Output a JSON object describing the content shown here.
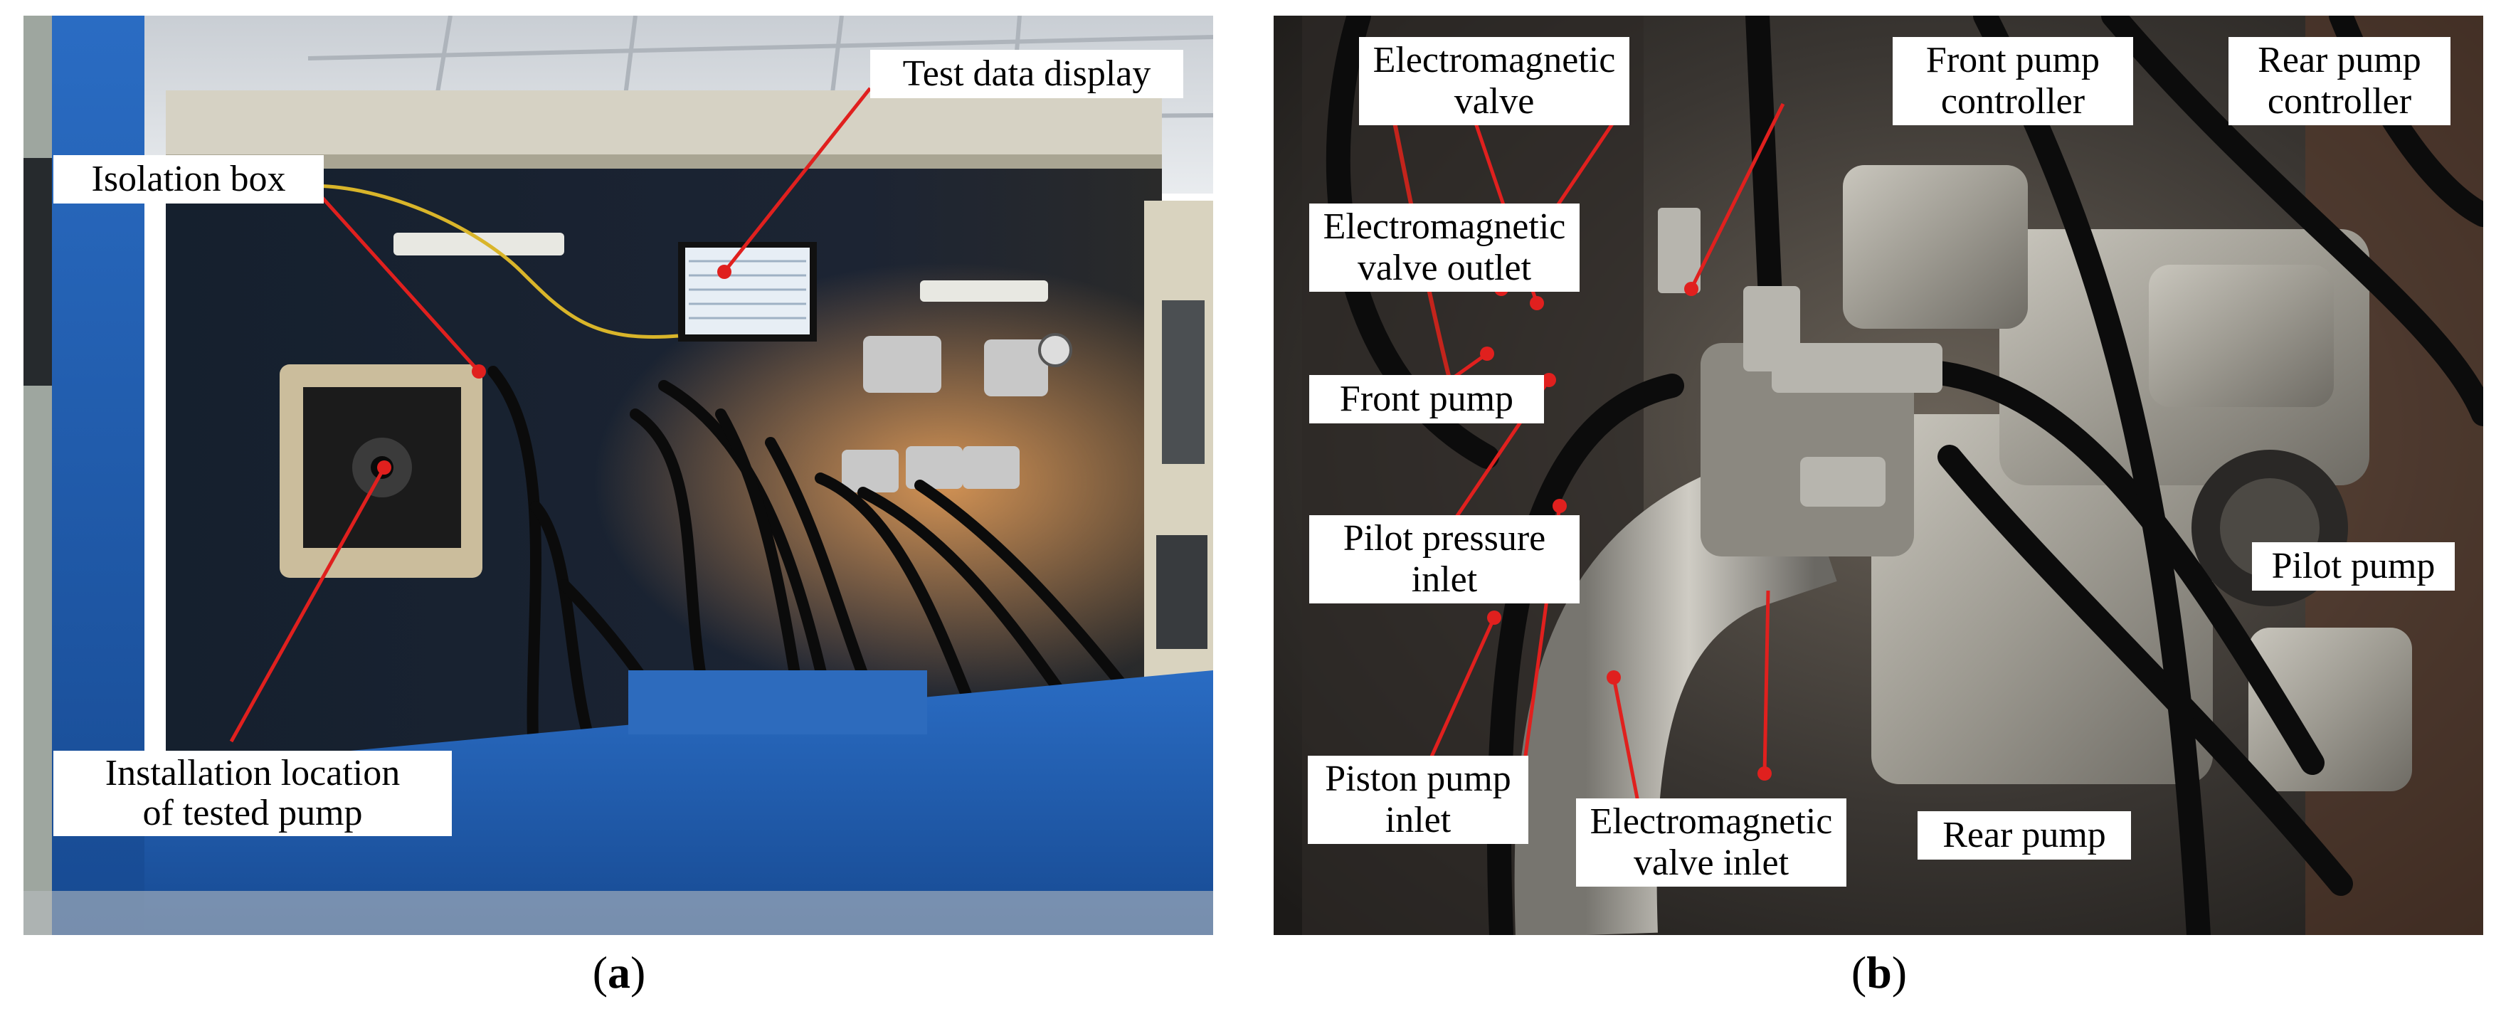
{
  "panel_a": {
    "caption_letter": "a",
    "labels": {
      "isolation_box": "Isolation box",
      "test_data_display": "Test data display",
      "installation_line1": "Installation location",
      "installation_line2": "of tested pump"
    }
  },
  "panel_b": {
    "caption_letter": "b",
    "labels": {
      "em_valve_line1": "Electromagnetic",
      "em_valve_line2": "valve",
      "front_ctrl_line1": "Front pump",
      "front_ctrl_line2": "controller",
      "rear_ctrl_line1": "Rear pump",
      "rear_ctrl_line2": "controller",
      "em_outlet_line1": "Electromagnetic",
      "em_outlet_line2": "valve outlet",
      "front_pump": "Front pump",
      "pilot_inlet_line1": "Pilot pressure",
      "pilot_inlet_line2": "inlet",
      "pilot_pump": "Pilot pump",
      "piston_inlet_line1": "Piston pump",
      "piston_inlet_line2": "inlet",
      "em_inlet_line1": "Electromagnetic",
      "em_inlet_line2": "valve inlet",
      "rear_pump": "Rear pump"
    }
  },
  "colors": {
    "leader_line": "#e0201e",
    "marker_dot": "#e0201e",
    "machine_blue": "#1f57a8"
  }
}
